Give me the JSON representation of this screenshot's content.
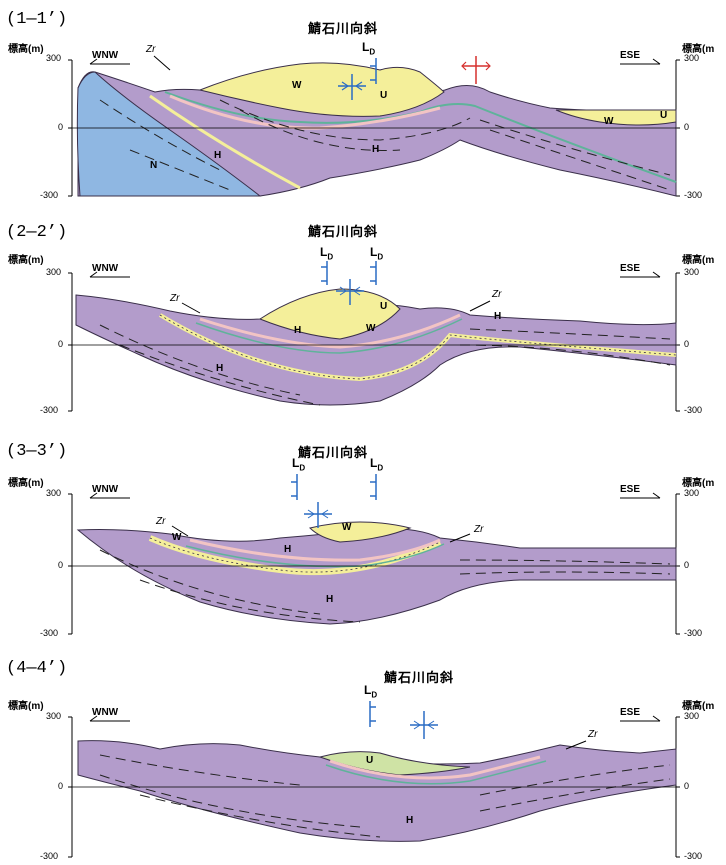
{
  "sections": [
    {
      "label": "(1—1’)",
      "title": "鯖石川向斜",
      "ylabel_left": "標高(m)",
      "ylabel_right": "標高(m",
      "ticks": [
        "300",
        "0",
        "-300"
      ],
      "dir_left": "WNW",
      "dir_right": "ESE",
      "units": [
        "W",
        "U",
        "H",
        "H",
        "N",
        "W",
        "U"
      ],
      "markers": [
        "Zr",
        "L",
        "D"
      ]
    },
    {
      "label": "(2—2’)",
      "title": "鯖石川向斜",
      "ylabel_left": "標高(m)",
      "ylabel_right": "標高(m",
      "ticks": [
        "300",
        "0",
        "-300"
      ],
      "dir_left": "WNW",
      "dir_right": "ESE",
      "units": [
        "U",
        "W",
        "H",
        "H",
        "H"
      ],
      "markers": [
        "Zr",
        "Zr",
        "L",
        "D",
        "L",
        "D"
      ]
    },
    {
      "label": "(3—3’)",
      "title": "鯖石川向斜",
      "ylabel_left": "標高(m)",
      "ylabel_right": "標高(m",
      "ticks": [
        "300",
        "0",
        "-300"
      ],
      "dir_left": "WNW",
      "dir_right": "ESE",
      "units": [
        "W",
        "W",
        "H",
        "H"
      ],
      "markers": [
        "Zr",
        "Zr",
        "L",
        "D",
        "L",
        "D"
      ]
    },
    {
      "label": "(4—4’)",
      "title": "鯖石川向斜",
      "ylabel_left": "標高(m)",
      "ylabel_right": "標高(m",
      "ticks": [
        "300",
        "0",
        "-300"
      ],
      "dir_left": "WNW",
      "dir_right": "ESE",
      "units": [
        "U",
        "H"
      ],
      "markers": [
        "Zr",
        "L",
        "D"
      ]
    }
  ],
  "colors": {
    "purple": "#b39ccb",
    "yellow": "#f4ef9a",
    "blue": "#8fb7e2",
    "pink": "#f2c4c4",
    "green": "#5fb39a",
    "symbol_blue": "#2a6cc4",
    "symbol_red": "#d6302e"
  }
}
